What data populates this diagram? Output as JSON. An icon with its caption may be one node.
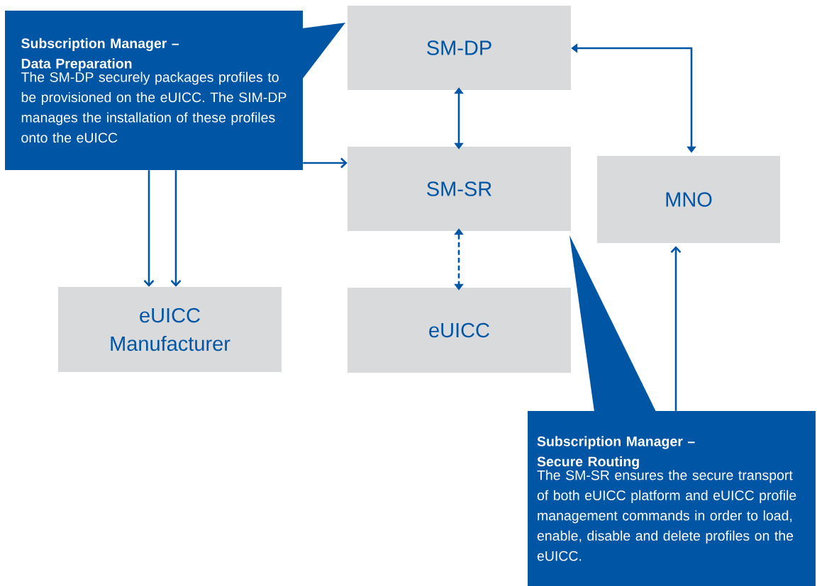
{
  "diagram": {
    "nodes": [
      {
        "text": [
          "Subscription Manager – Data Preparation",
          "The SM-DP securely packages profiles to be provisioned on the eUICC. The SIM-DP manages the installation of these profiles onto the eUICC"
        ]
      },
      {
        "text": [
          "SM-DP"
        ]
      },
      {
        "text": [
          "SM-SR"
        ]
      },
      {
        "text": [
          "MNO"
        ]
      },
      {
        "text": [
          "eUICC Manufacturer"
        ]
      },
      {
        "text": [
          "eUICC"
        ]
      },
      {
        "text": [
          "Subscription Manager – Secure Routing",
          "The SM-SR ensures the secure transport of both eUICC platform and eUICC profile management commands in order to load, enable, disable and delete profiles on the eUICC."
        ]
      }
    ],
    "edges": [
      {
        "from": 0,
        "to": 2,
        "arrow": "to"
      },
      {
        "from": 0,
        "to": 4,
        "arrow": "to"
      },
      {
        "from": 0,
        "to": 4,
        "arrow": "to"
      },
      {
        "from": 1,
        "to": 2,
        "arrow": "both"
      },
      {
        "from": 2,
        "to": 5,
        "arrow": "both",
        "style": "dashed"
      },
      {
        "from": 1,
        "to": 3,
        "arrow": "both"
      },
      {
        "from": 6,
        "to": 3,
        "arrow": "to"
      }
    ]
  }
}
